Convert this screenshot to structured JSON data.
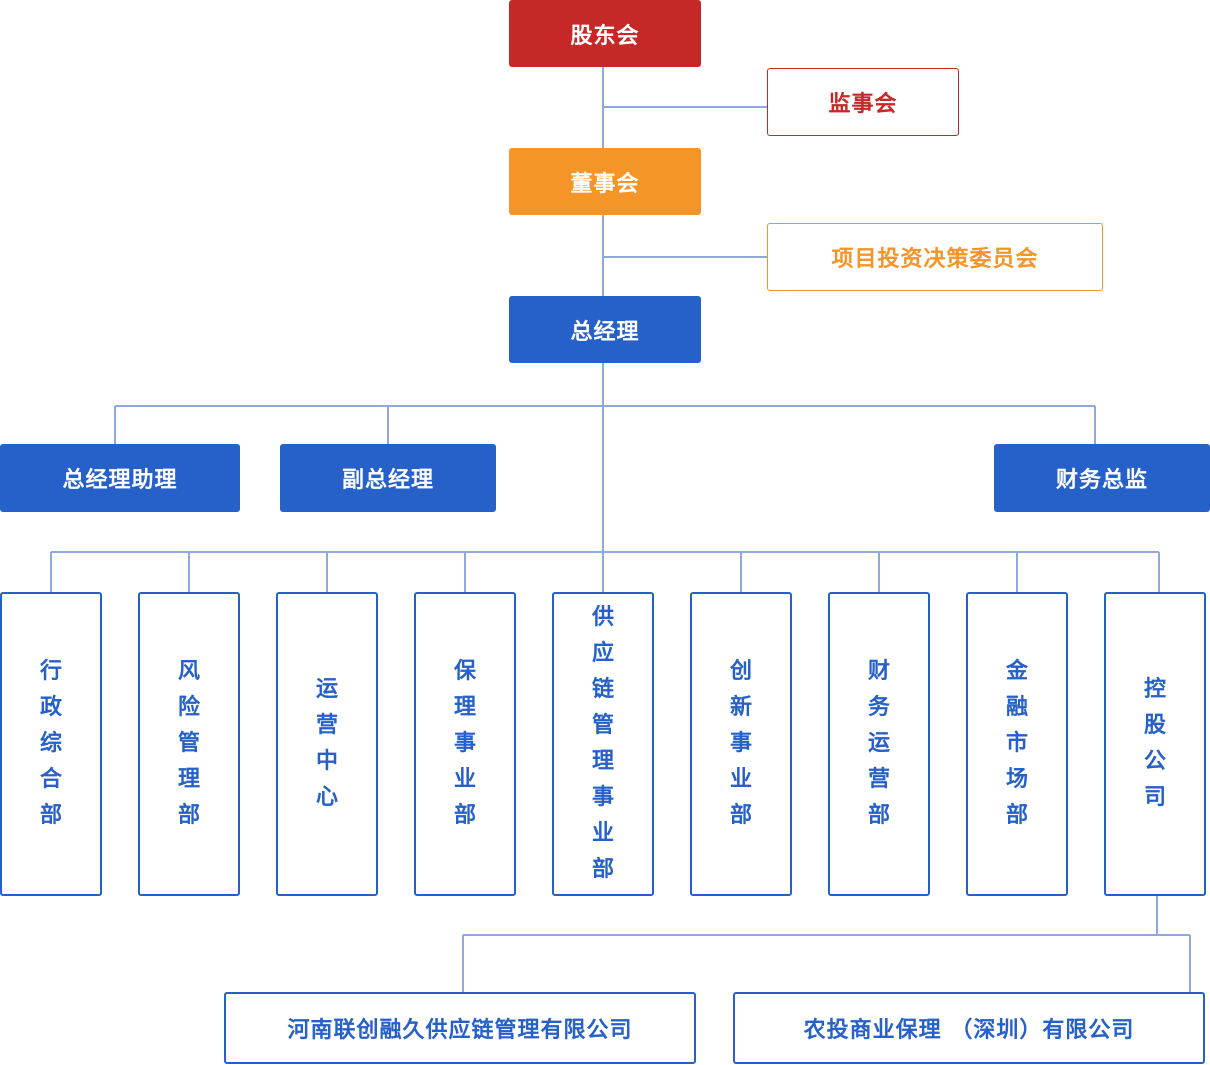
{
  "org": {
    "shareholders": "股东会",
    "supervisors": "监事会",
    "board": "董事会",
    "investment_committee": "项目投资决策委员会",
    "general_manager": "总经理",
    "gm_assistant": "总经理助理",
    "deputy_gm": "副总经理",
    "cfo": "财务总监",
    "departments": [
      "行政综合部",
      "风险管理部",
      "运营中心",
      "保理事业部",
      "供应链管理事业部",
      "创新事业部",
      "财务运营部",
      "金融市场部",
      "控股公司"
    ],
    "subsidiaries": [
      "河南联创融久供应链管理有限公司",
      "农投商业保理 （深圳）有限公司"
    ]
  },
  "colors": {
    "red": "#c62828",
    "orange": "#f59427",
    "blue": "#2660c9",
    "connector": "#8fa8dd"
  }
}
